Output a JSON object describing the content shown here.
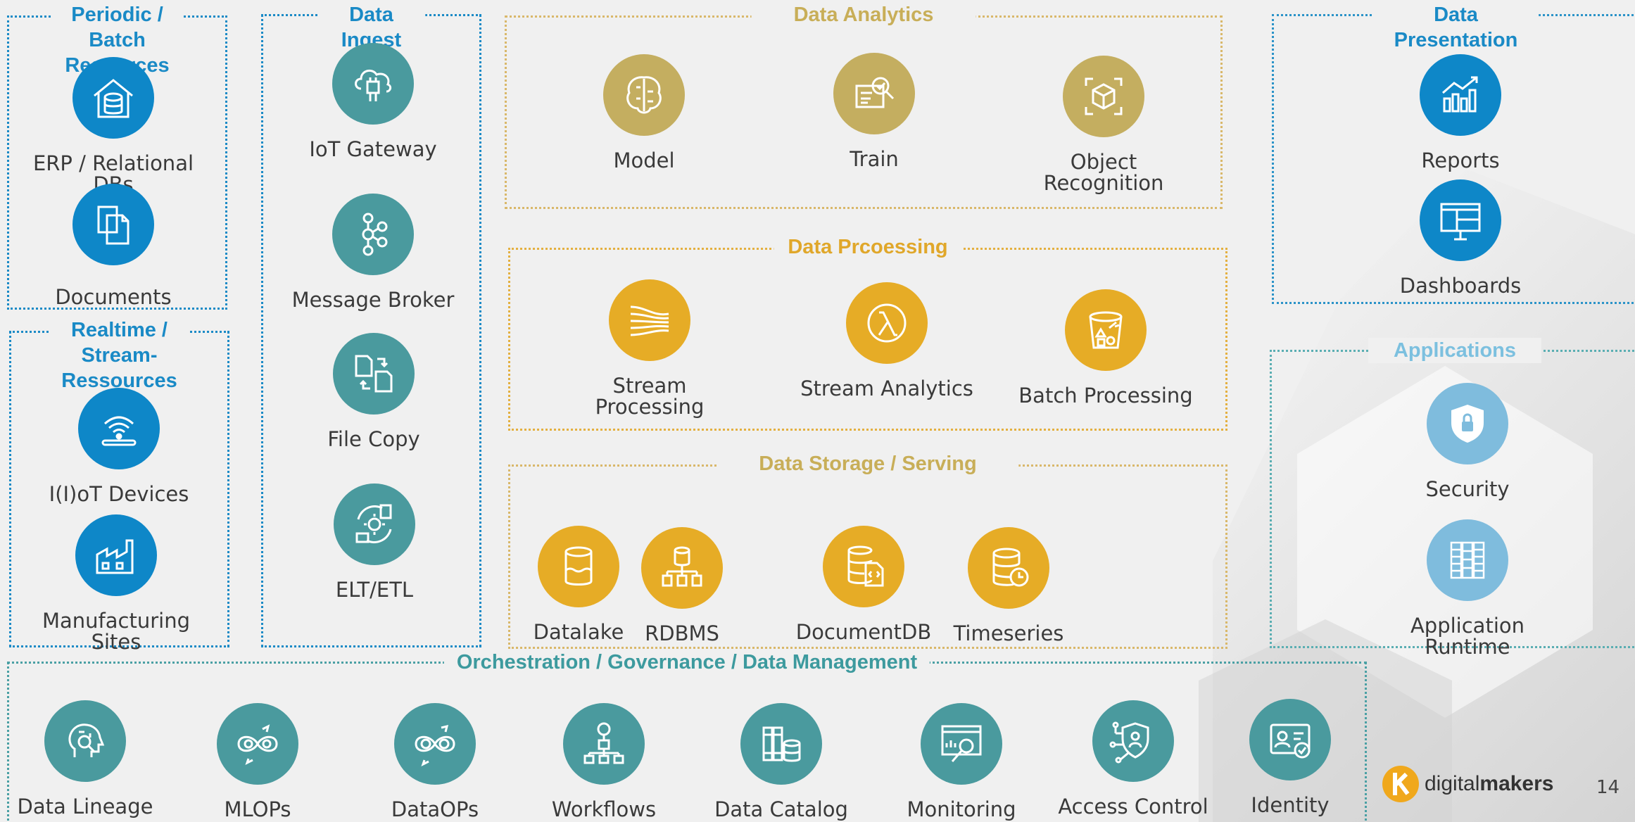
{
  "sections": {
    "batch": {
      "title": "Periodic  /\nBatch Resources",
      "items": [
        "ERP / Relational DBs",
        "Documents"
      ]
    },
    "realtime": {
      "title": "Realtime /\nStream-Ressources",
      "items": [
        "I(I)oT Devices",
        "Manufacturing Sites"
      ]
    },
    "ingest": {
      "title": "Data Ingest",
      "items": [
        "IoT Gateway",
        "Message Broker",
        "File Copy",
        "ELT/ETL"
      ]
    },
    "analytics": {
      "title": "Data Analytics",
      "items": [
        "Model",
        "Train",
        "Object\nRecognition"
      ]
    },
    "processing": {
      "title": "Data Prcoessing",
      "items": [
        "Stream Processing",
        "Stream Analytics",
        "Batch Processing"
      ]
    },
    "storage": {
      "title": "Data Storage / Serving",
      "items": [
        "Datalake",
        "RDBMS",
        "DocumentDB",
        "Timeseries"
      ]
    },
    "presentation": {
      "title": "Data\nPresentation",
      "items": [
        "Reports",
        "Dashboards"
      ]
    },
    "applications": {
      "title": "Applications",
      "items": [
        "Security",
        "Application Runtime"
      ]
    },
    "orchestration": {
      "title": "Orchestration / Governance / Data Management",
      "items": [
        "Data Lineage",
        "MLOPs",
        "DataOPs",
        "Workflows",
        "Data Catalog",
        "Monitoring",
        "Access Control",
        "Identity"
      ]
    }
  },
  "colors": {
    "blue": "#0e87c8",
    "teal": "#4a9a9e",
    "gold": "#c4ae60",
    "orange": "#e6ac26",
    "light_blue": "#7fbcdd"
  },
  "icons": {
    "batch": [
      "database-house-icon",
      "documents-icon"
    ],
    "realtime": [
      "wifi-router-icon",
      "factory-icon"
    ],
    "ingest": [
      "cloud-chip-icon",
      "broker-nodes-icon",
      "file-copy-icon",
      "etl-cycle-icon"
    ],
    "analytics": [
      "brain-circuit-icon",
      "train-search-icon",
      "object-cube-icon"
    ],
    "processing": [
      "stream-lines-icon",
      "lambda-icon",
      "bucket-shapes-icon"
    ],
    "storage": [
      "datalake-cylinder-icon",
      "rdbms-tree-icon",
      "document-db-icon",
      "timeseries-db-icon"
    ],
    "presentation": [
      "bar-chart-icon",
      "dashboard-monitor-icon"
    ],
    "applications": [
      "shield-lock-icon",
      "server-racks-icon"
    ],
    "orchestration": [
      "lineage-head-icon",
      "mlops-gears-icon",
      "dataops-gears-icon",
      "workflow-icon",
      "catalog-icon",
      "monitoring-icon",
      "access-control-icon",
      "identity-card-icon"
    ]
  },
  "footer": {
    "logo_light": "digital",
    "logo_bold": "makers",
    "page_number": "14"
  }
}
